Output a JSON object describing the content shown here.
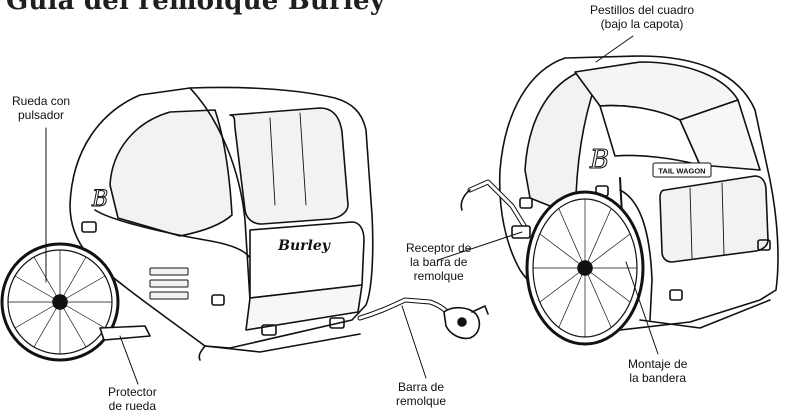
{
  "title": "Guía del remolque Burley",
  "brand": {
    "logo_left": "Burley",
    "logo_right": "TAIL WAGON"
  },
  "labels": {
    "push_button_wheel": [
      "Rueda con",
      "pulsador"
    ],
    "wheel_guard": [
      "Protector",
      "de rueda"
    ],
    "hitch_receiver": [
      "Receptor de",
      "la barra de",
      "remolque"
    ],
    "tow_bar": [
      "Barra de",
      "remolque"
    ],
    "frame_latches": [
      "Pestillos del cuadro",
      "(bajo la capota)"
    ],
    "flag_mount": [
      "Montaje de",
      "la bandera"
    ]
  },
  "colors": {
    "line": "#111111",
    "panel_tint": "#f2f2f2",
    "background": "#ffffff"
  }
}
